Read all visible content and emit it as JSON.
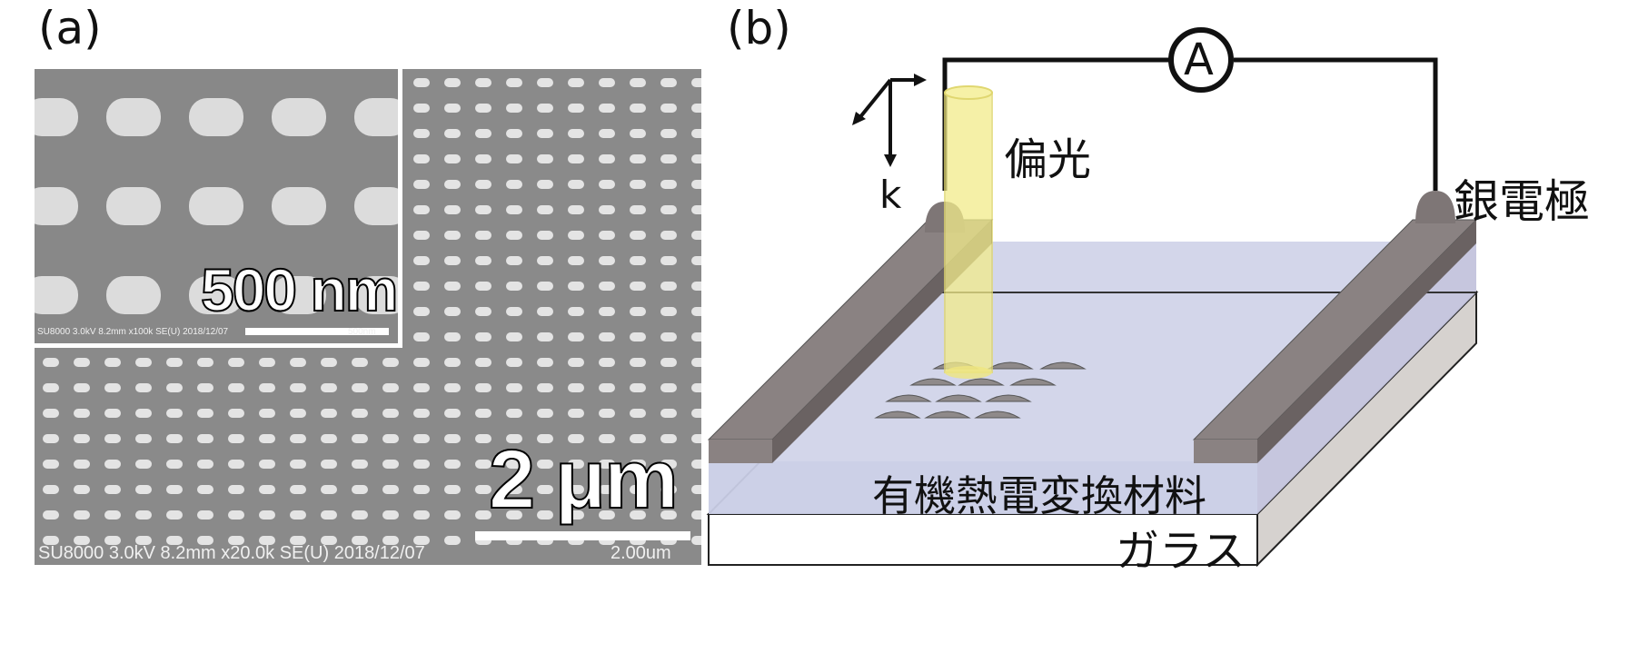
{
  "panel_a": {
    "label": "(a)",
    "main_image": {
      "scale_label": "2 μm",
      "info_text": "SU8000 3.0kV 8.2mm x20.0k SE(U) 2018/12/07",
      "scale_small_text": "2.00um"
    },
    "inset_image": {
      "scale_label": "500 nm",
      "info_text": "SU8000 3.0kV 8.2mm x100k SE(U) 2018/12/07",
      "scale_small_text": "500nm"
    }
  },
  "panel_b": {
    "label": "(b)",
    "ammeter_symbol": "A",
    "polarized_light_label": "偏光",
    "k_label": "k",
    "electrode_label": "銀電極",
    "organic_material_label": "有機熱電変換材料",
    "glass_label": "ガラス",
    "colors": {
      "electrode": "#8a8282",
      "electrode_dark": "#6a6262",
      "film": "#cfd3e8",
      "glass_side": "#d6d2cf",
      "light_beam": "#f2ec8a"
    }
  }
}
